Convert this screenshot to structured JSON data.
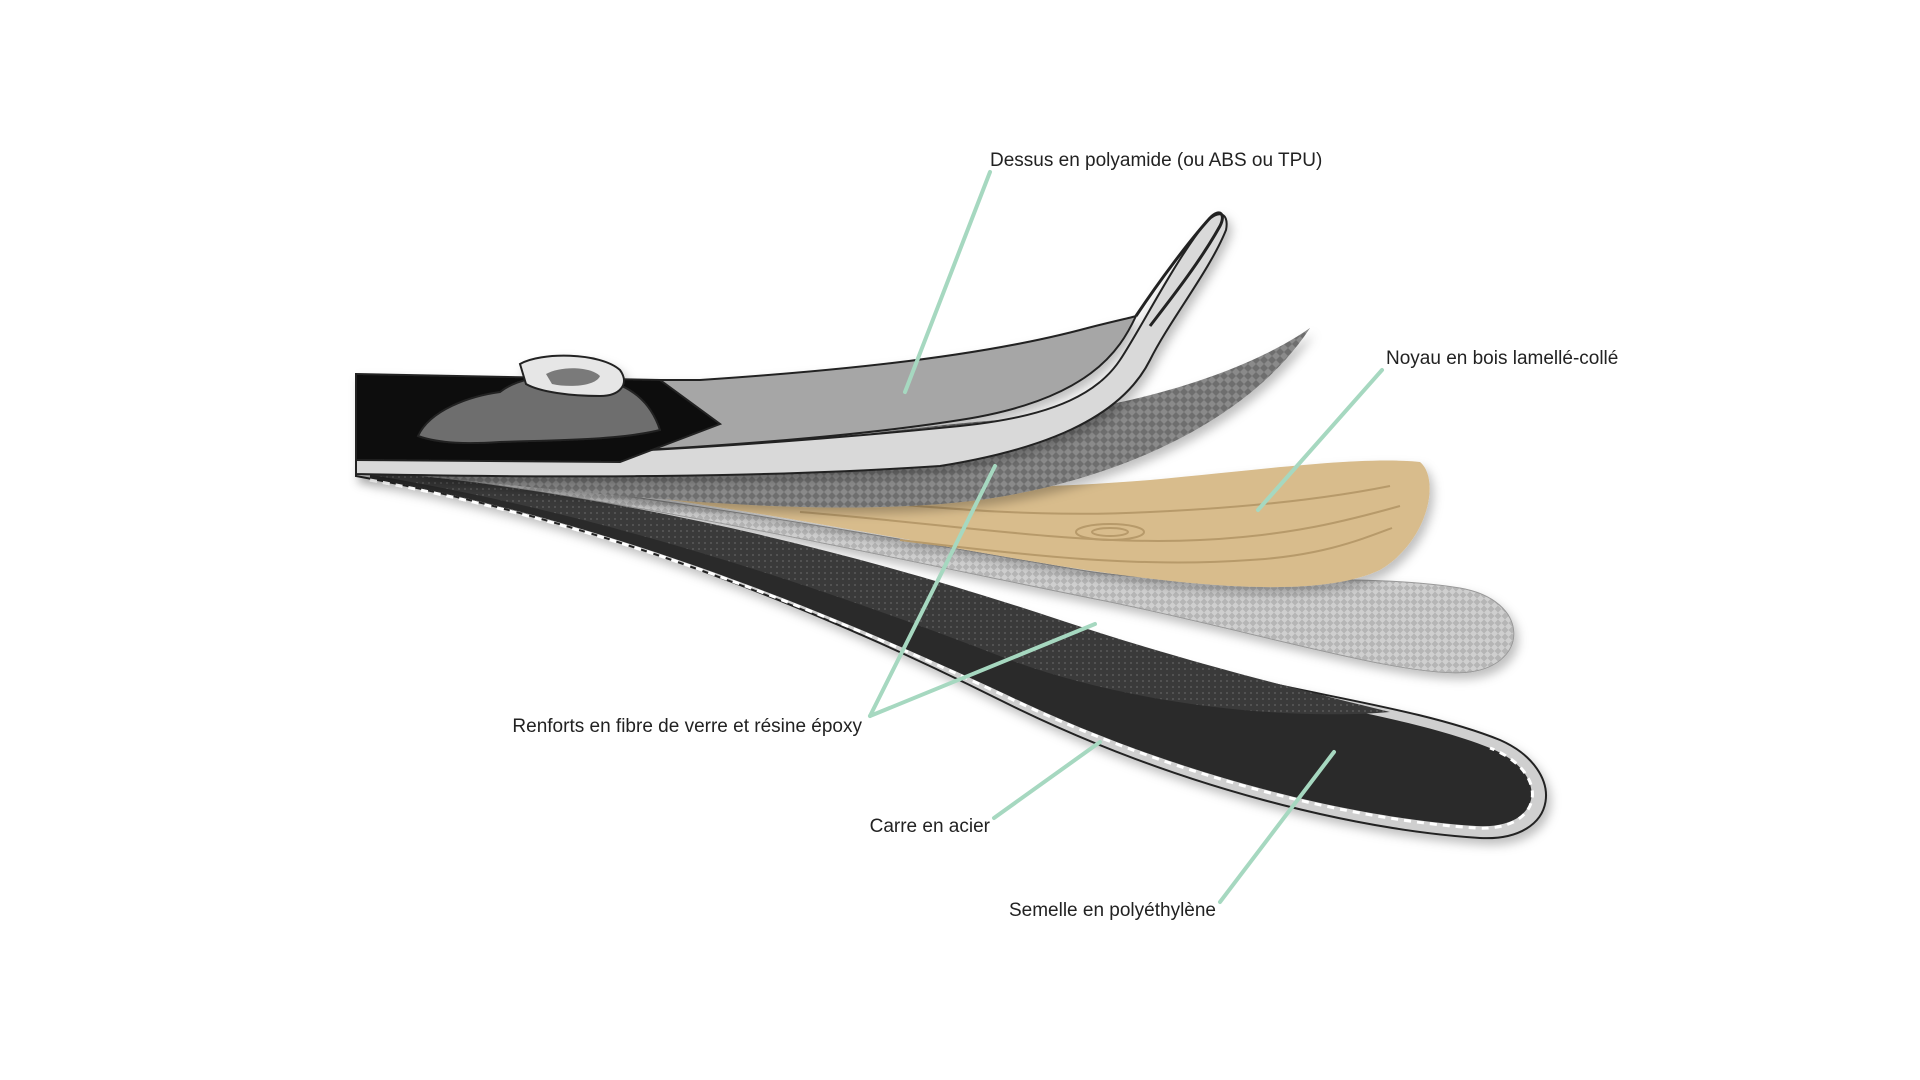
{
  "diagram": {
    "labels": {
      "top": "Dessus en polyamide (ou ABS ou TPU)",
      "core": "Noyau en bois lamellé-collé",
      "reinforcement": "Renforts en fibre de verre et résine époxy",
      "edge": "Carre en acier",
      "base": "Semelle en polyéthylène"
    }
  },
  "colors": {
    "leader": "#a6d8c0",
    "top_layer": "#a6a6a6",
    "outline": "#222222",
    "wood": "#d8bc8c",
    "wood_grain": "#b79a6a",
    "glass_fiber": "#7a7a7a",
    "light_fiber": "#bcbcbc",
    "base": "#2a2a2a",
    "tail": "#0c0c0c"
  }
}
